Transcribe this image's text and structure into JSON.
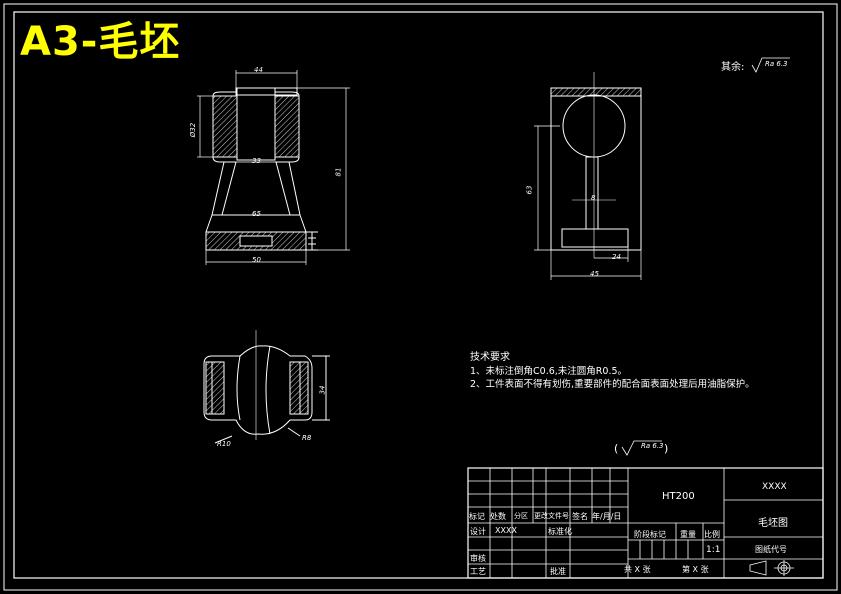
{
  "sheet_title": "A3-毛坯",
  "roughness_note": {
    "label": "其余:",
    "value": "Ra 6.3"
  },
  "front_view": {
    "dim_top_width": "44",
    "dim_diameter": "Ø32",
    "dim_neck": "33",
    "dim_base_top": "65",
    "dim_base_width": "50",
    "dim_height": "81"
  },
  "side_view": {
    "dim_stem": "8",
    "dim_height": "63",
    "dim_base": "24",
    "dim_width": "45"
  },
  "top_view": {
    "dim_r_left": "R10",
    "dim_r_right": "R8",
    "dim_height": "34"
  },
  "tech_requirements": {
    "heading": "技术要求",
    "lines": [
      "1、未标注倒角C0.6,未注圆角R0.5。",
      "2、工件表面不得有划伤,重要部件的配合面表面处理后用油脂保护。"
    ]
  },
  "bracket_roughness": "Ra 6.3",
  "title_block": {
    "material": "HT200",
    "part_code": "XXXX",
    "part_name": "毛坯图",
    "drawing_code_label": "图纸代号",
    "row_headers": [
      "标记",
      "处数",
      "分区",
      "更改文件号",
      "签名",
      "年/月/日"
    ],
    "designer": "设计",
    "designer_value": "XXXX",
    "standardized": "标准化",
    "stage_mark": "阶段标记",
    "weight": "重量",
    "scale_label": "比例",
    "scale_value": "1:1",
    "reviewer": "审核",
    "process": "工艺",
    "approve": "批准",
    "sheets_total": "共 X 张",
    "sheet_no": "第 X 张"
  }
}
